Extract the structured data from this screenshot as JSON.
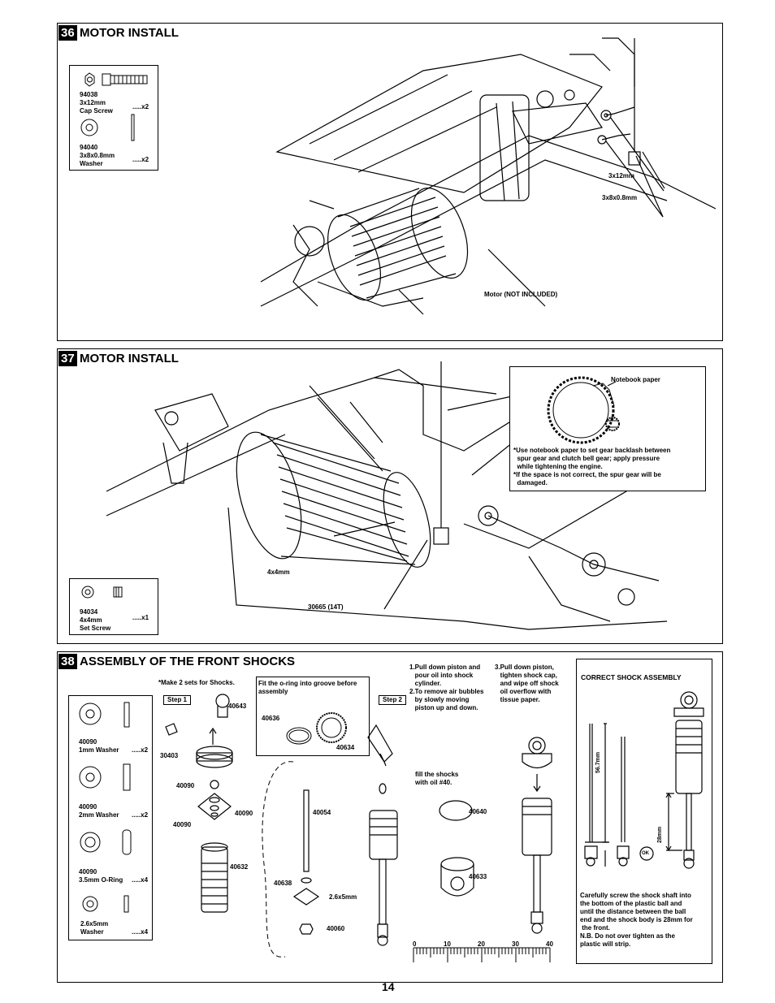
{
  "page_number": "14",
  "step36": {
    "number": "36",
    "title": "MOTOR INSTALL",
    "parts": [
      {
        "code": "94038",
        "desc1": "3x12mm",
        "desc2": "Cap Screw",
        "qty": ".....x2"
      },
      {
        "code": "94040",
        "desc1": "3x8x0.8mm",
        "desc2": "Washer",
        "qty": ".....x2"
      }
    ],
    "callouts": {
      "screw": "3x12mm",
      "washer": "3x8x0.8mm",
      "motor": "Motor (NOT INCLUDED)"
    }
  },
  "step37": {
    "number": "37",
    "title": "MOTOR INSTALL",
    "parts": [
      {
        "code": "94034",
        "desc1": "4x4mm",
        "desc2": "Set Screw",
        "qty": ".....x1"
      }
    ],
    "callouts": {
      "setscrew": "4x4mm",
      "pinion": "30665 (14T)",
      "notebook": "Notebook paper"
    },
    "note": "*Use notebook paper to set gear backlash between\n  spur gear and clutch bell gear; apply pressure\n  while tightening the engine.\n*If the space is not correct, the spur gear will be\n  damaged."
  },
  "step38": {
    "number": "38",
    "title": "ASSEMBLY OF THE FRONT SHOCKS",
    "make_note": "*Make 2 sets for Shocks.",
    "parts": [
      {
        "code": "40090",
        "desc": "1mm Washer",
        "qty": ".....x2"
      },
      {
        "code": "40090",
        "desc": "2mm Washer",
        "qty": ".....x2"
      },
      {
        "code": "40090",
        "desc": "3.5mm O-Ring",
        "qty": ".....x4"
      },
      {
        "code": "",
        "desc": "2.6x5mm",
        "desc2": "Washer",
        "qty": ".....x4"
      }
    ],
    "step1": "Step 1",
    "step2": "Step 2",
    "oring_box": "Fit the o-ring into groove before\nassembly",
    "labels": {
      "l40643": "40643",
      "l30403": "30403",
      "l40090a": "40090",
      "l40090b": "40090",
      "l40090c": "40090",
      "l40632": "40632",
      "l40636": "40636",
      "l40634": "40634",
      "l40054": "40054",
      "l40638": "40638",
      "l26x5": "2.6x5mm",
      "l40060": "40060",
      "l40640": "40640",
      "l40633": "40633",
      "fill": "fill the shocks\nwith oil #40."
    },
    "instr1": "1.Pull down piston and\n   pour oil into shock\n   cylinder.\n2.To remove air bubbles\n   by slowly moving\n   piston up and down.",
    "instr3": "3.Pull down piston,\n   tighten shock cap,\n   and wipe off shock\n   oil overflow with\n   tissue paper.",
    "ruler": [
      "0",
      "10",
      "20",
      "30",
      "40"
    ],
    "correct": {
      "title": "CORRECT SHOCK  ASSEMBLY",
      "dim1": "56.7mm",
      "dim2": "28mm",
      "ok": "OK",
      "note": "Carefully screw the shock shaft into\nthe bottom of the plastic ball and\nuntil the distance between the ball\nend and the shock body is 28mm for\n the front.\nN.B. Do not over tighten as the\nplastic will strip."
    }
  }
}
